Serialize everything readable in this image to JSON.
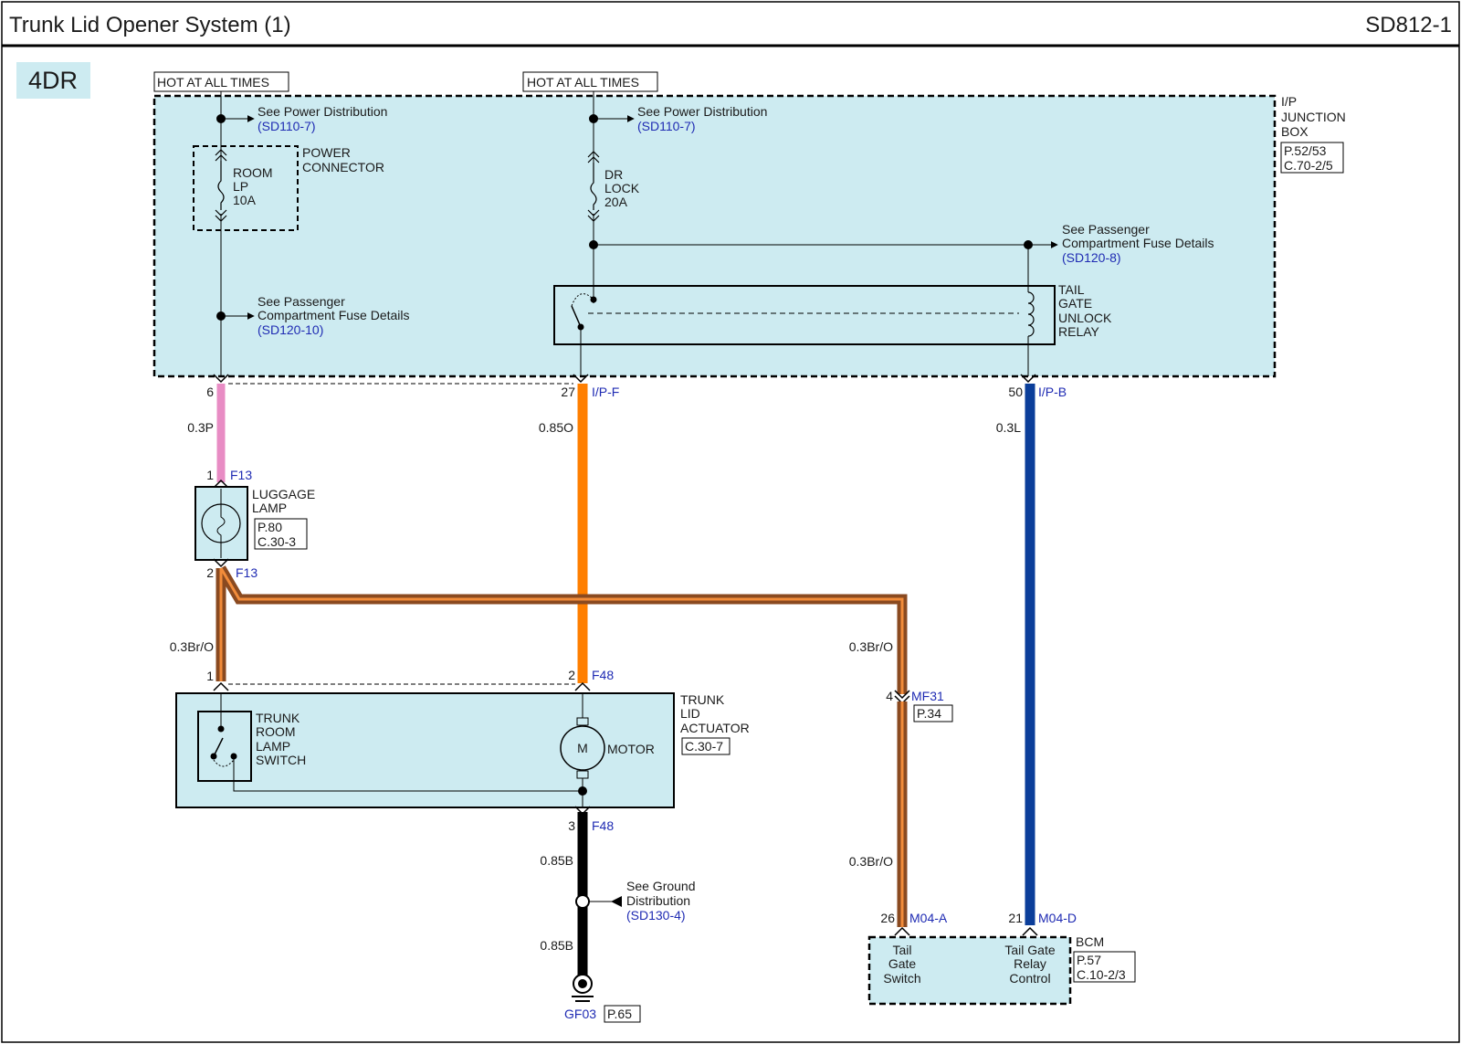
{
  "header": {
    "title": "Trunk Lid Opener System (1)",
    "code": "SD812-1"
  },
  "badge": "4DR",
  "colors": {
    "box_fill": "#cdebf1",
    "pink": "#e88cc4",
    "orange": "#ff7f00",
    "blue": "#0b3e9a",
    "brown": "#8a4a20",
    "black": "#000000",
    "ref_blue": "#1f2bb3"
  },
  "hot_labels": [
    "HOT AT ALL TIMES",
    "HOT AT ALL TIMES"
  ],
  "junction_box": {
    "label": [
      "I/P",
      "JUNCTION",
      "BOX"
    ],
    "ref": [
      "P.52/53",
      "C.70-2/5"
    ]
  },
  "power_dist_1": {
    "text": "See Power Distribution",
    "ref": "(SD110-7)"
  },
  "power_dist_2": {
    "text": "See Power Distribution",
    "ref": "(SD110-7)"
  },
  "power_connector": [
    "POWER",
    "CONNECTOR"
  ],
  "fuse_room": [
    "ROOM",
    "LP",
    "10A"
  ],
  "fuse_dr": [
    "DR",
    "LOCK",
    "20A"
  ],
  "pass_fuse_left": {
    "text": [
      "See Passenger",
      "Compartment Fuse Details"
    ],
    "ref": "(SD120-10)"
  },
  "pass_fuse_right": {
    "text": [
      "See Passenger",
      "Compartment Fuse Details"
    ],
    "ref": "(SD120-8)"
  },
  "relay": [
    "TAIL",
    "GATE",
    "UNLOCK",
    "RELAY"
  ],
  "pins_top": {
    "p6": "6",
    "p27": "27",
    "ipf": "I/P-F",
    "p50": "50",
    "ipb": "I/P-B"
  },
  "wires": {
    "w03p": "0.3P",
    "w085o": "0.85O",
    "w03l": "0.3L",
    "w03bro_a": "0.3Br/O",
    "w03bro_b": "0.3Br/O",
    "w03bro_c": "0.3Br/O",
    "w085b_a": "0.85B",
    "w085b_b": "0.85B"
  },
  "lamp": {
    "pin1": "1",
    "conn1": "F13",
    "pin2": "2",
    "conn2": "F13",
    "label": [
      "LUGGAGE",
      "LAMP"
    ],
    "ref": [
      "P.80",
      "C.30-3"
    ]
  },
  "actuator": {
    "pin1": "1",
    "pin2": "2",
    "conn": "F48",
    "label": [
      "TRUNK",
      "LID",
      "ACTUATOR"
    ],
    "ref": "C.30-7",
    "switch": [
      "TRUNK",
      "ROOM",
      "LAMP",
      "SWITCH"
    ],
    "motor": "MOTOR",
    "motor_symbol": "M",
    "pin3": "3",
    "conn3": "F48"
  },
  "mf31": {
    "pin": "4",
    "conn": "MF31",
    "ref": "P.34"
  },
  "ground": {
    "text": [
      "See Ground",
      "Distribution"
    ],
    "ref": "(SD130-4)",
    "gnd": "GF03",
    "gnd_ref": "P.65"
  },
  "bcm": {
    "pin26": "26",
    "conn26": "M04-A",
    "pin21": "21",
    "conn21": "M04-D",
    "label": "BCM",
    "ref": [
      "P.57",
      "C.10-2/3"
    ],
    "left": [
      "Tail",
      "Gate",
      "Switch"
    ],
    "right": [
      "Tail Gate",
      "Relay",
      "Control"
    ]
  }
}
